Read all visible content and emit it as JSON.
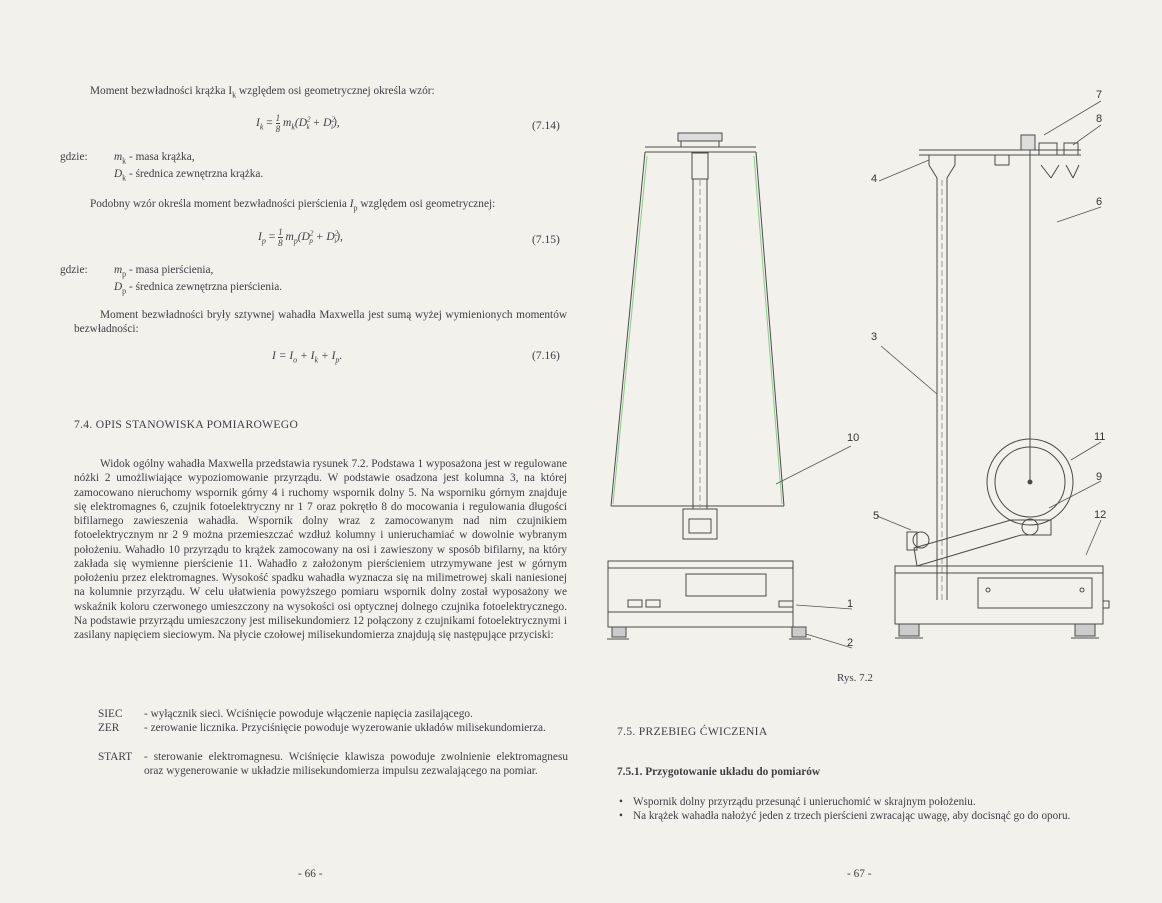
{
  "left_page": {
    "intro_disk": "Moment bezwładności krążka I",
    "intro_disk_sub": "k",
    "intro_disk_rest": " względem osi geometrycznej określa wzór:",
    "eq714": {
      "lhs": "I",
      "lhs_sub": "k",
      "num": "1",
      "den": "8",
      "m": "m",
      "m_sub": "k",
      "body1": "(D",
      "body1_sub": "k",
      "body2": " + D",
      "body2_sub": "i",
      "body3": "),",
      "number": "(7.14)"
    },
    "defs1": [
      {
        "label": "gdzie:",
        "sym": "m",
        "sub": "k",
        "text": " - masa krążka,"
      },
      {
        "label": "",
        "sym": "D",
        "sub": "k",
        "text": " - średnica zewnętrzna krążka."
      }
    ],
    "intro_ring_a": "Podobny wzór określa moment bezwładności pierścienia ",
    "intro_ring_sym": "I",
    "intro_ring_sub": "p",
    "intro_ring_b": " względem osi geometrycznej:",
    "eq715": {
      "lhs": "I",
      "lhs_sub": "p",
      "num": "1",
      "den": "8",
      "m": "m",
      "m_sub": "p",
      "body1": "(D",
      "body1_sub": "p",
      "body2": " + D",
      "body2_sub": "i",
      "body3": "),",
      "number": "(7.15)"
    },
    "defs2": [
      {
        "label": "gdzie:",
        "sym": "m",
        "sub": "p",
        "text": " - masa pierścienia,"
      },
      {
        "label": "",
        "sym": "D",
        "sub": "p",
        "text": " - średnica zewnętrzna pierścienia."
      }
    ],
    "sum_text": "Moment bezwładności bryły sztywnej wahadła Maxwella jest sumą wyżej wymienionych momentów bezwładności:",
    "eq716": {
      "text": "I = I",
      "s1": "o",
      "mid": " + I",
      "s2": "k",
      "mid2": " + I",
      "s3": "p",
      "end": ".",
      "number": "(7.16)"
    },
    "section_heading": "7.4. OPIS STANOWISKA POMIAROWEGO",
    "description": "Widok ogólny wahadła Maxwella przedstawia rysunek 7.2. Podstawa 1 wyposażona jest w regulowane nóżki 2 umożliwiające wypoziomowanie przyrządu. W podstawie osadzona jest kolumna 3, na której zamocowano nieruchomy wspornik górny 4 i ruchomy wspornik dolny 5. Na wsporniku górnym znajduje się elektromagnes 6, czujnik fotoelektryczny nr 1 7 oraz pokrętło 8 do mocowania i regulowania długości bifilarnego zawieszenia wahadła. Wspornik dolny wraz z zamocowanym nad nim czujnikiem fotoelektrycznym nr 2 9 można przemieszczać wzdłuż kolumny i unieruchamiać w dowolnie wybranym położeniu. Wahadło 10 przyrządu to krążek zamocowany na osi i zawieszony w sposób bifilarny, na który zakłada się wymienne pierścienie 11. Wahadło z założonym pierścieniem utrzymywane jest w górnym położeniu przez elektromagnes. Wysokość spadku wahadła wyznacza się na milimetrowej skali naniesionej na kolumnie przyrządu. W celu ułatwienia powyższego pomiaru wspornik dolny został wyposażony we wskaźnik koloru czerwonego umieszczony na wysokości osi optycznej dolnego czujnika fotoelektrycznego. Na podstawie przyrządu umieszczony jest milisekundomierz 12 połączony z czujnikami fotoelektrycznymi i zasilany napięciem sieciowym. Na płycie czołowej milisekundomierza znajdują się następujące przyciski:",
    "buttons": [
      {
        "key": "SIEC",
        "desc": "- wyłącznik sieci. Wciśnięcie powoduje włączenie napięcia zasilającego."
      },
      {
        "key": "ZER",
        "desc": "- zerowanie licznika. Przyciśnięcie powoduje wyzerowanie układów milisekundomierza."
      },
      {
        "key": "START",
        "desc": "- sterowanie elektromagnesu. Wciśnięcie klawisza powoduje zwolnienie elektromagnesu oraz wygenerowanie w układzie milisekundomierza impulsu zezwalającego na pomiar."
      }
    ],
    "page_number": "- 66 -"
  },
  "right_page": {
    "figure_labels": [
      "1",
      "2",
      "3",
      "4",
      "5",
      "6",
      "7",
      "8",
      "9",
      "10",
      "11",
      "12"
    ],
    "figure_caption": "Rys. 7.2",
    "section_heading": "7.5. PRZEBIEG ĆWICZENIA",
    "subsection_heading": "7.5.1. Przygotowanie układu do pomiarów",
    "bullets": [
      "Wspornik dolny przyrządu przesunąć i unieruchomić w skrajnym położeniu.",
      "Na krążek wahadła nałożyć jeden z trzech pierścieni zwracając uwagę, aby docisnąć go do oporu."
    ],
    "page_number": "- 67 -"
  }
}
